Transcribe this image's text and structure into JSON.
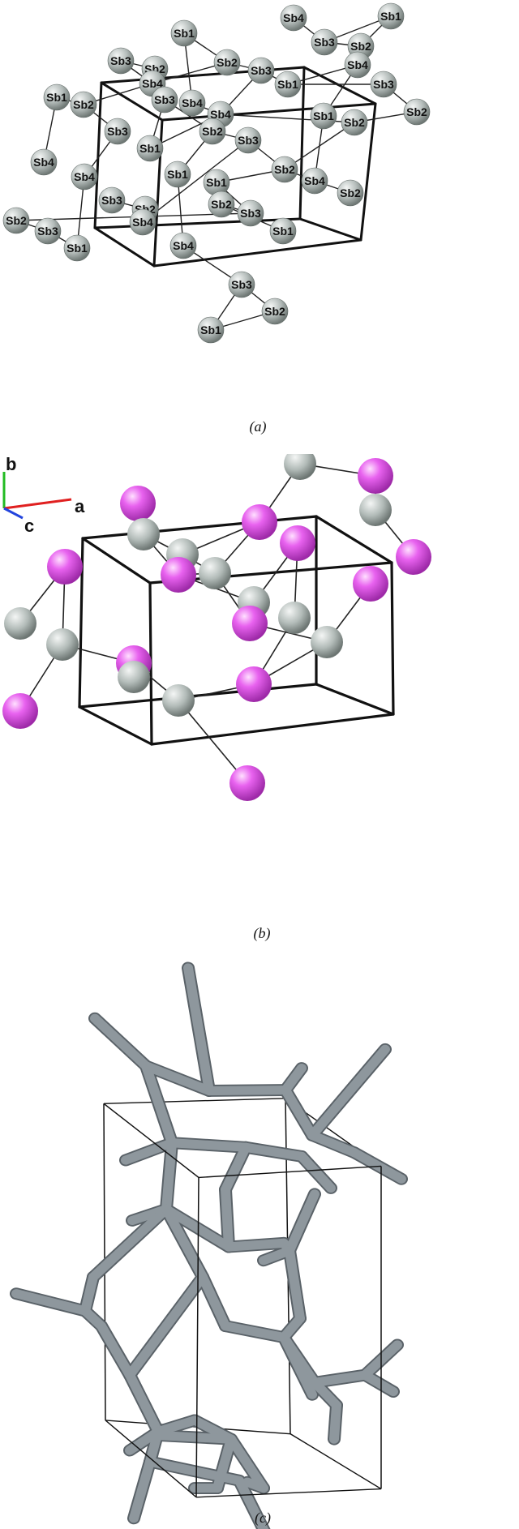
{
  "figure": {
    "panels": [
      {
        "id": "a",
        "caption": "(a)"
      },
      {
        "id": "b",
        "caption": "(b)"
      },
      {
        "id": "c",
        "caption": "(c)"
      }
    ],
    "atom_labels": [
      "Sb1",
      "Sb2",
      "Sb3",
      "Sb4"
    ],
    "axes": {
      "a": "a",
      "b": "b",
      "c": "c"
    },
    "colors": {
      "sb_atom": "#a9b3b0",
      "magenta_atom": "#e060e8",
      "rod": "#8e979d",
      "cell": "#111111",
      "bond": "#222222",
      "axis_a": "#e02020",
      "axis_b": "#22bb22",
      "axis_c": "#2244dd"
    }
  }
}
